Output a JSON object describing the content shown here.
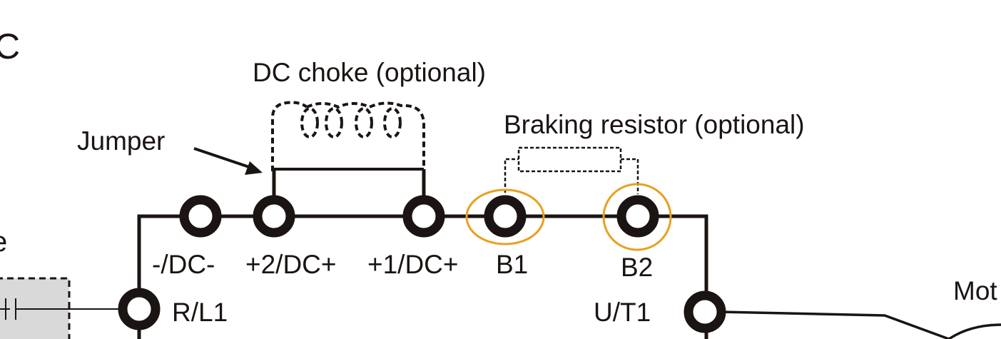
{
  "labels": {
    "partial_left_top": "C",
    "partial_left_mid": "e",
    "dc_choke": "DC choke (optional)",
    "braking_resistor": "Braking resistor (optional)",
    "jumper": "Jumper",
    "motor_partial": "Mot"
  },
  "terminals": [
    {
      "id": "neg-dc",
      "label": "-/DC-"
    },
    {
      "id": "plus2-dc",
      "label": "+2/DC+"
    },
    {
      "id": "plus1-dc",
      "label": "+1/DC+"
    },
    {
      "id": "b1",
      "label": "B1",
      "highlighted": true
    },
    {
      "id": "b2",
      "label": "B2",
      "highlighted": true
    },
    {
      "id": "r-l1",
      "label": "R/L1"
    },
    {
      "id": "u-t1",
      "label": "U/T1"
    }
  ],
  "colors": {
    "line": "#1a1412",
    "highlight": "#e8a020",
    "breaker_fill": "#d9d9d9"
  }
}
